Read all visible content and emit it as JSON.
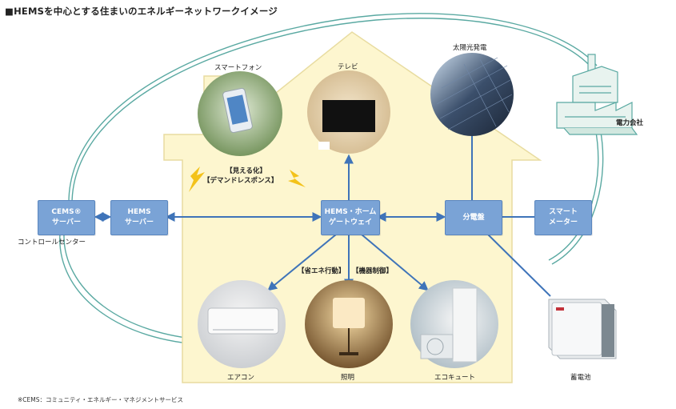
{
  "title": "■HEMSを中心とする住まいのエネルギーネットワークイメージ",
  "footnote": "※CEMS：コミュニティ・エネルギー・マネジメントサービス",
  "nodes": {
    "cems": {
      "line1": "CEMS®",
      "line2": "サーバー"
    },
    "hems_server": {
      "line1": "HEMS",
      "line2": "サーバー"
    },
    "gateway": {
      "line1": "HEMS・ホーム",
      "line2": "ゲートウェイ"
    },
    "distribution_board": {
      "line1": "分電盤"
    },
    "smart_meter": {
      "line1": "スマート",
      "line2": "メーター"
    }
  },
  "labels": {
    "control_center": "コントロールセンター",
    "smartphone": "スマートフォン",
    "tv": "テレビ",
    "solar": "太陽光発電",
    "power_company": "電力会社",
    "aircon": "エアコン",
    "lighting": "照明",
    "ecocute": "エコキュート",
    "battery": "蓄電池",
    "visualize": "【見える化】",
    "demand_response": "【デマンドレスポンス】",
    "energy_saving": "【省エネ行動】",
    "device_control": "【機器制御】"
  },
  "icons": {
    "lightning": "lightning-icon",
    "factory": "factory-icon",
    "house": "house-shape"
  },
  "colors": {
    "house_fill": "#fdf6cf",
    "house_stroke": "#e8dca0",
    "node_fill": "#7aa3d6",
    "arrow": "#3f74b9",
    "network_line": "#5aa9a2",
    "lightning": "#f3c21a"
  }
}
